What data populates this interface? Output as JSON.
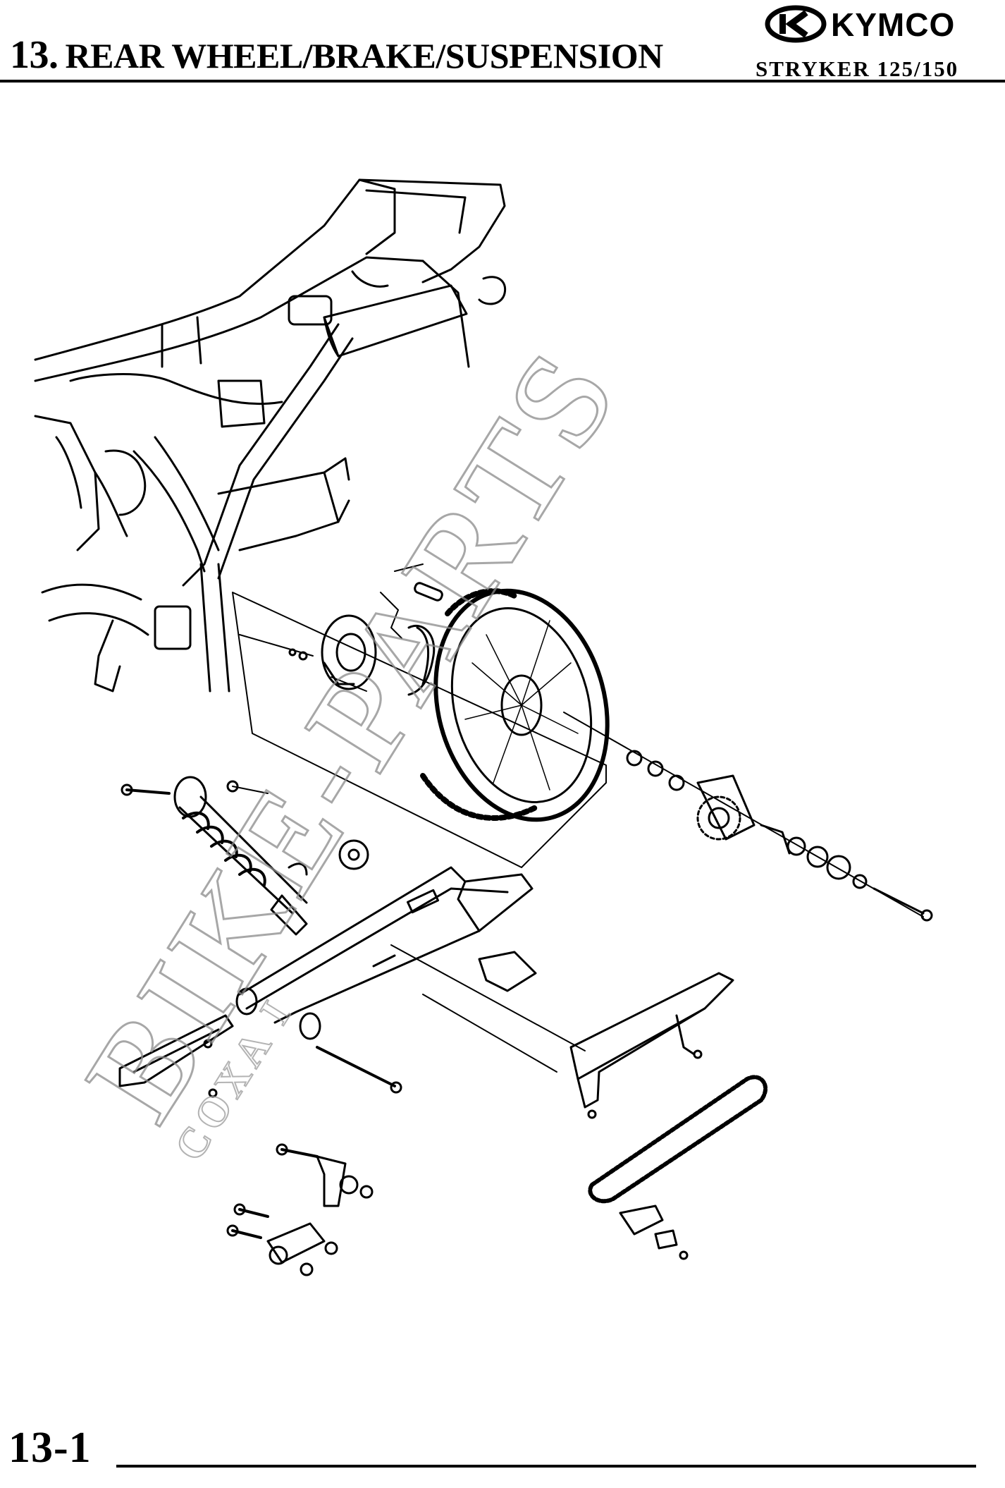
{
  "header": {
    "chapter_number": "13.",
    "chapter_title": "REAR WHEEL/BRAKE/SUSPENSION",
    "brand": "KYMCO",
    "model": "STRYKER 125/150"
  },
  "watermark": {
    "main": "BIKE-PARTS",
    "sub": "COXA I"
  },
  "footer": {
    "page_number": "13-1"
  },
  "icons": {
    "brand_logo": "kymco-logo-icon",
    "diagram": "exploded-parts-diagram"
  }
}
